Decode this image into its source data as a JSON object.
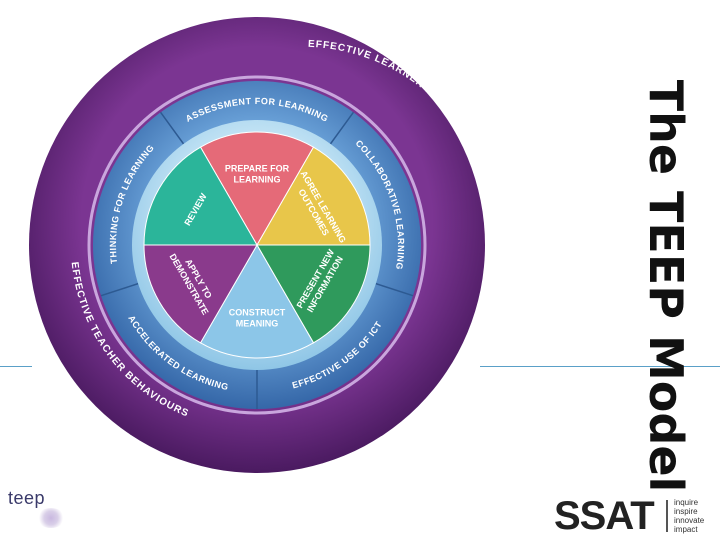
{
  "title": "The TEEP Model",
  "colors": {
    "outer_ring": "#6a2a82",
    "middle_ring": "#4a7fc0",
    "inner_ring": "#a9d6ee",
    "prepare": "#e56a78",
    "agree": "#e8c64a",
    "present": "#2f9a5c",
    "construct": "#8cc6e8",
    "apply": "#8a3a8c",
    "review": "#2bb59a"
  },
  "outer_ring": {
    "top_label": "EFFECTIVE LEARNER BEHAVIOURS",
    "bottom_label": "EFFECTIVE TEACHER BEHAVIOURS"
  },
  "middle_ring": {
    "segments": [
      "ASSESSMENT FOR LEARNING",
      "COLLABORATIVE LEARNING",
      "EFFECTIVE USE OF ICT",
      "ACCELERATED LEARNING",
      "THINKING FOR LEARNING"
    ]
  },
  "core": {
    "slices": [
      {
        "lines": [
          "PREPARE FOR",
          "LEARNING"
        ]
      },
      {
        "lines": [
          "AGREE LEARNING",
          "OUTCOMES"
        ]
      },
      {
        "lines": [
          "PRESENT NEW",
          "INFORMATION"
        ]
      },
      {
        "lines": [
          "CONSTRUCT",
          "MEANING"
        ]
      },
      {
        "lines": [
          "APPLY TO",
          "DEMONSTRATE"
        ]
      },
      {
        "lines": [
          "REVIEW"
        ]
      }
    ]
  },
  "logos": {
    "teep": "teep",
    "ssat": "SSAT",
    "ssat_tagline": [
      "inquire",
      "inspire",
      "innovate",
      "impact"
    ]
  }
}
